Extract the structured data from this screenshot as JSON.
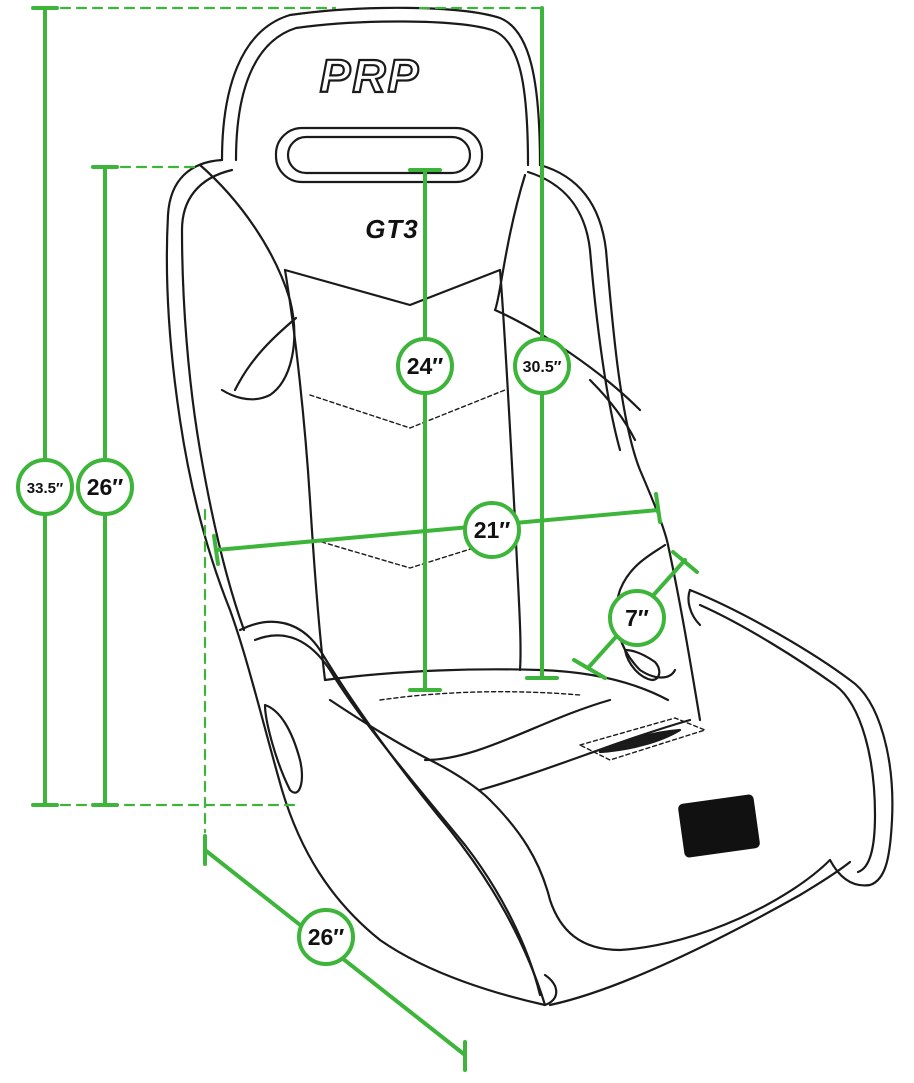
{
  "colors": {
    "dimension_green": "#3db53a",
    "outline": "#1a1a1a",
    "background": "#ffffff"
  },
  "brand": {
    "logo_text": "PRP",
    "model_text": "GT3"
  },
  "dimensions": {
    "overall_height": "33.5″",
    "seat_to_top_height": "26″",
    "inner_back_height": "24″",
    "back_height": "30.5″",
    "width": "21″",
    "bolster": "7″",
    "depth": "26″"
  }
}
